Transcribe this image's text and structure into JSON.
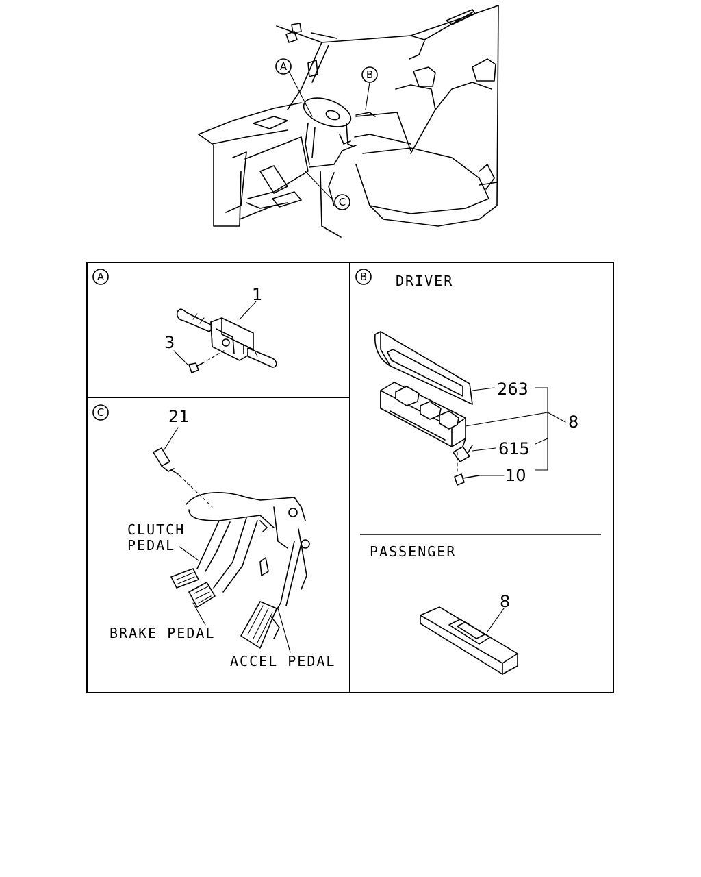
{
  "callouts": {
    "a": "A",
    "b": "B",
    "c": "C"
  },
  "panel_a": {
    "label": "A",
    "parts": [
      "1",
      "3"
    ]
  },
  "panel_b": {
    "label": "B",
    "driver_heading": "DRIVER",
    "driver_parts": [
      "263",
      "8",
      "615",
      "10"
    ],
    "passenger_heading": "PASSENGER",
    "passenger_parts": [
      "8"
    ]
  },
  "panel_c": {
    "label": "C",
    "parts": [
      "21"
    ],
    "clutch_line1": "CLUTCH",
    "clutch_line2": "PEDAL",
    "brake": "BRAKE PEDAL",
    "accel": "ACCEL PEDAL"
  }
}
